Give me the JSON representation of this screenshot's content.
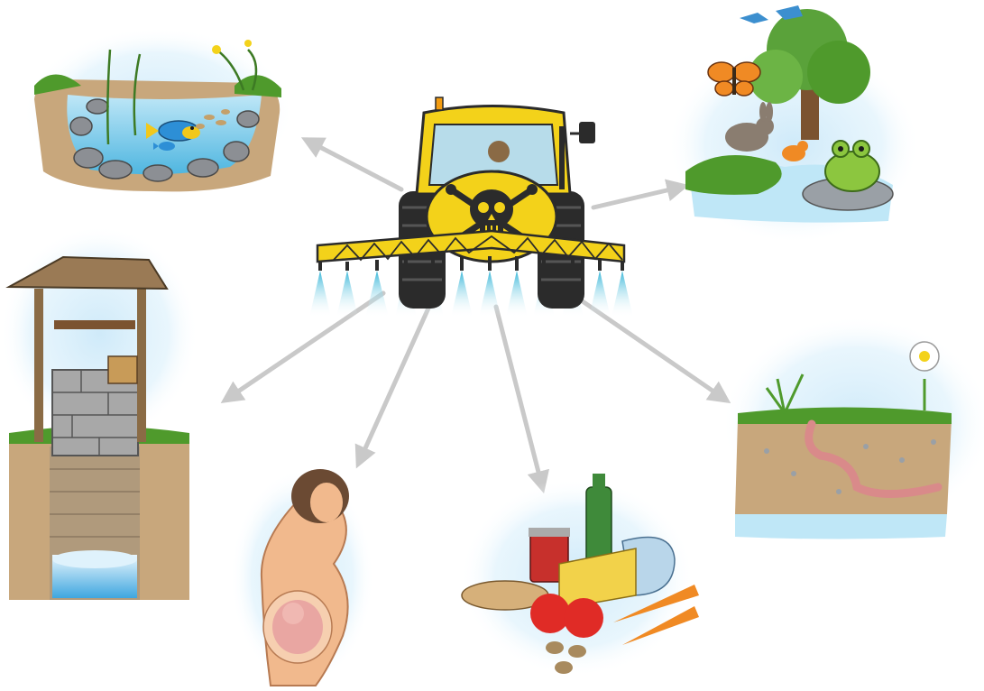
{
  "diagram": {
    "kind": "illustration",
    "center": "tractor-sprayer-with-poison-tank",
    "targets": [
      "pond-with-fish",
      "wildlife-tree-with-animals",
      "water-well",
      "pregnant-woman",
      "food-items",
      "soil-with-earthworm"
    ],
    "icons": {
      "hazard": "skull-and-crossbones-icon",
      "arrow": "arrow-icon"
    },
    "colors": {
      "tractor_yellow": "#f3d21a",
      "tractor_dark": "#2b2b2b",
      "spray_blue": "#4fc3df",
      "arrow_gray": "#c9c9c9",
      "water_blue": "#5ab8e6",
      "halo_blue": "#cfeaf9",
      "grass_green": "#4f9a2c",
      "soil_brown": "#c8a77c",
      "skin": "#f1b98d"
    }
  }
}
